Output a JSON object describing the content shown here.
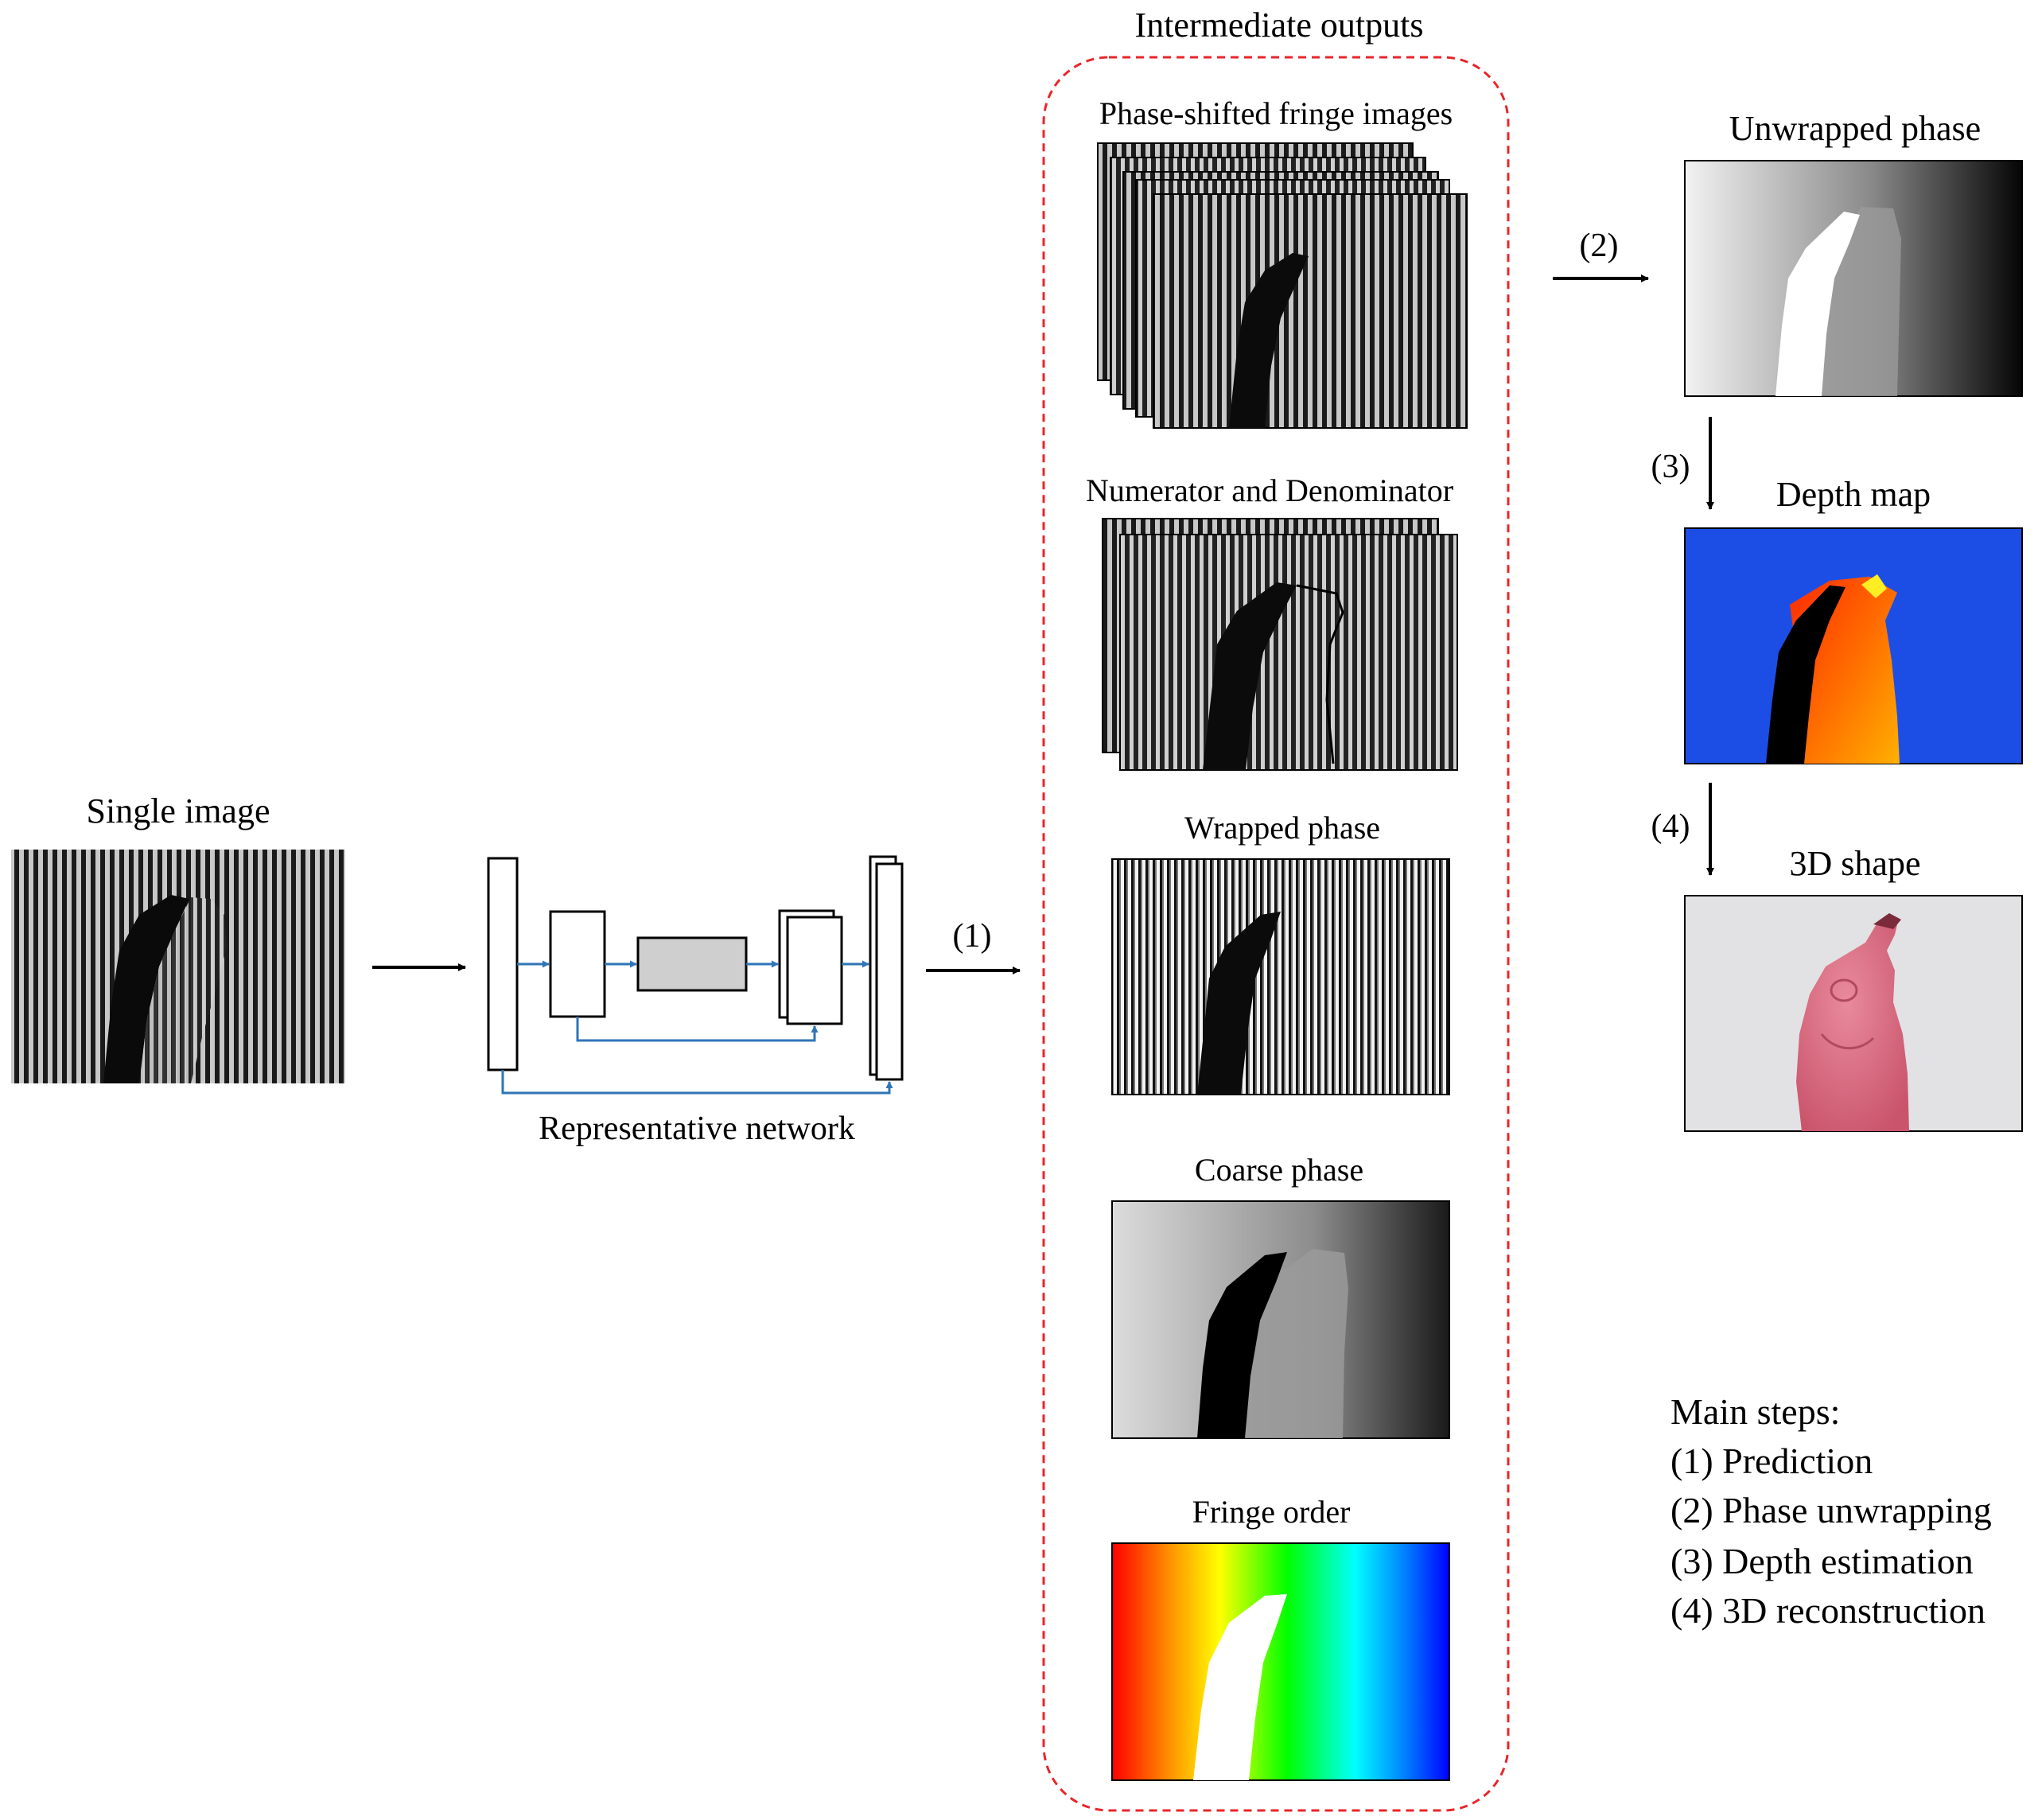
{
  "labels": {
    "single_image": "Single image",
    "representative_network": "Representative network",
    "intermediate_outputs": "Intermediate outputs",
    "phase_shifted": "Phase-shifted fringe images",
    "numerator_denominator": "Numerator and Denominator",
    "wrapped_phase": "Wrapped phase",
    "coarse_phase": "Coarse phase",
    "fringe_order": "Fringe order",
    "unwrapped_phase": "Unwrapped phase",
    "depth_map": "Depth map",
    "shape_3d": "3D shape"
  },
  "step_labels": {
    "s1": "(1)",
    "s2": "(2)",
    "s3": "(3)",
    "s4": "(4)"
  },
  "main_steps": {
    "title": "Main steps:",
    "items": [
      "(1) Prediction",
      "(2) Phase unwrapping",
      "(3) Depth estimation",
      "(4) 3D reconstruction"
    ]
  },
  "colors": {
    "dashed_box": "#e8262a",
    "skip_connections": "#2e75b6",
    "depth_background": "#1c4ee6",
    "shape_render": "#d9687f",
    "coarse_gray": "#9a9a9a"
  }
}
